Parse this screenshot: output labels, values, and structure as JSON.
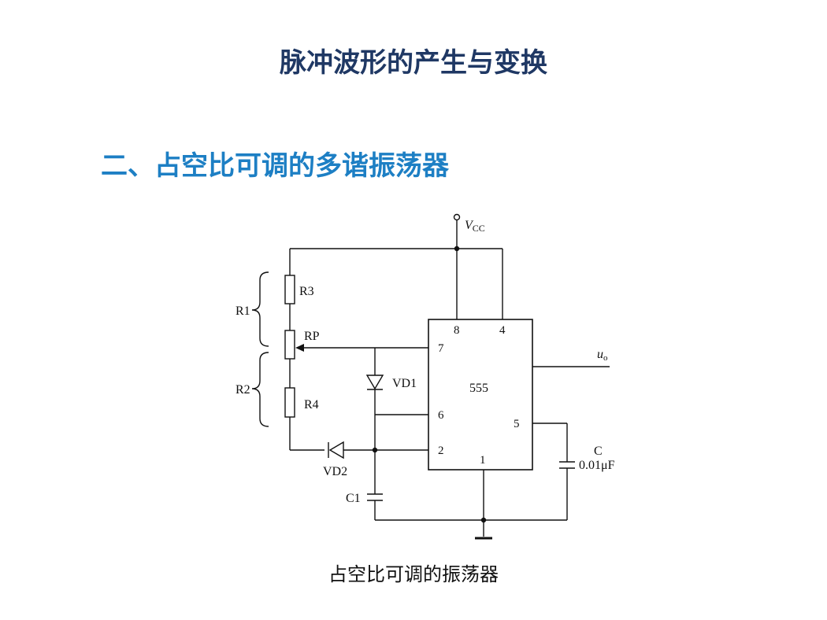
{
  "title": "脉冲波形的产生与变换",
  "subtitle": "二、占空比可调的多谐振荡器",
  "caption": "占空比可调的振荡器",
  "circuit": {
    "supply": {
      "symbol": "V",
      "subscript": "CC"
    },
    "chip": "555",
    "pins": {
      "p8": "8",
      "p4": "4",
      "p7": "7",
      "p6": "6",
      "p2": "2",
      "p5": "5",
      "p1": "1"
    },
    "resistors": {
      "r3": "R3",
      "rp": "RP",
      "r4": "R4"
    },
    "groups": {
      "r1": "R1",
      "r2": "R2"
    },
    "diodes": {
      "vd1": "VD1",
      "vd2": "VD2"
    },
    "capacitors": {
      "c1": "C1",
      "c": "C",
      "c_value": "0.01μF"
    },
    "output": {
      "symbol": "u",
      "subscript": "o"
    }
  }
}
